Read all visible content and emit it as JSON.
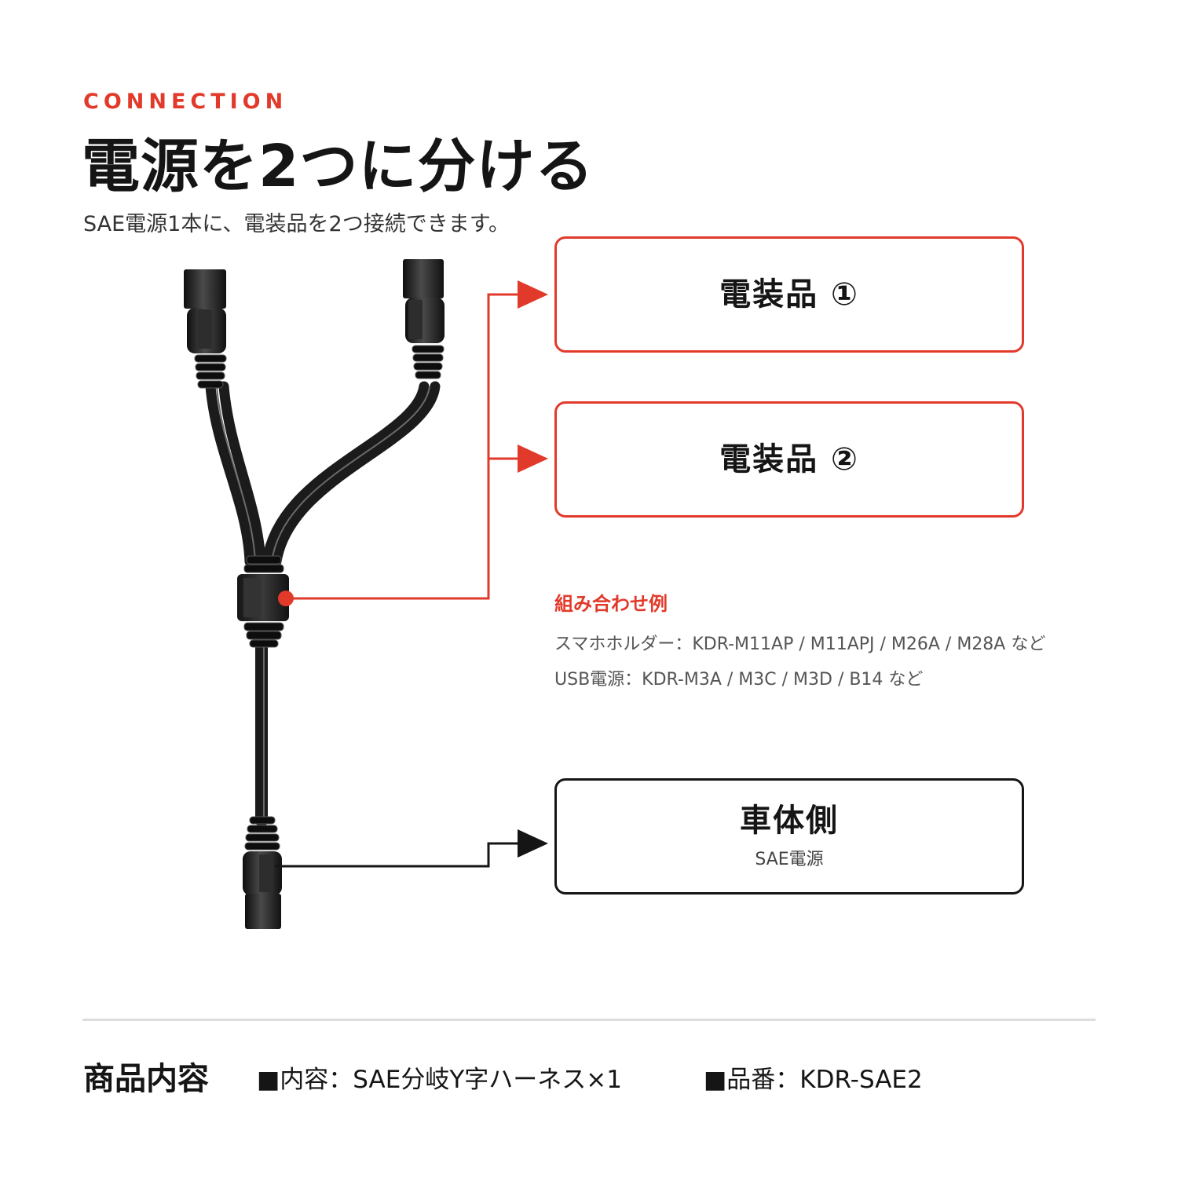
{
  "header": {
    "eyebrow": "CONNECTION",
    "title": "電源を2つに分ける",
    "subtitle": "SAE電源1本に、電装品を2つ接続できます。"
  },
  "outputs": [
    {
      "label": "電装品 ①"
    },
    {
      "label": "電装品 ②"
    }
  ],
  "input": {
    "label": "車体側",
    "sublabel": "SAE電源"
  },
  "examples": {
    "title": "組み合わせ例",
    "lines": [
      "スマホホルダー：KDR-M11AP / M11APJ / M26A / M28A など",
      "USB電源：KDR-M3A / M3C / M3D / B14 など"
    ]
  },
  "footer": {
    "title": "商品内容",
    "contents": "■内容：SAE分岐Y字ハーネス×1",
    "part_number": "■品番：KDR-SAE2"
  },
  "colors": {
    "accent": "#e23a2a",
    "text": "#151515",
    "cable": "#1b1b1b"
  }
}
